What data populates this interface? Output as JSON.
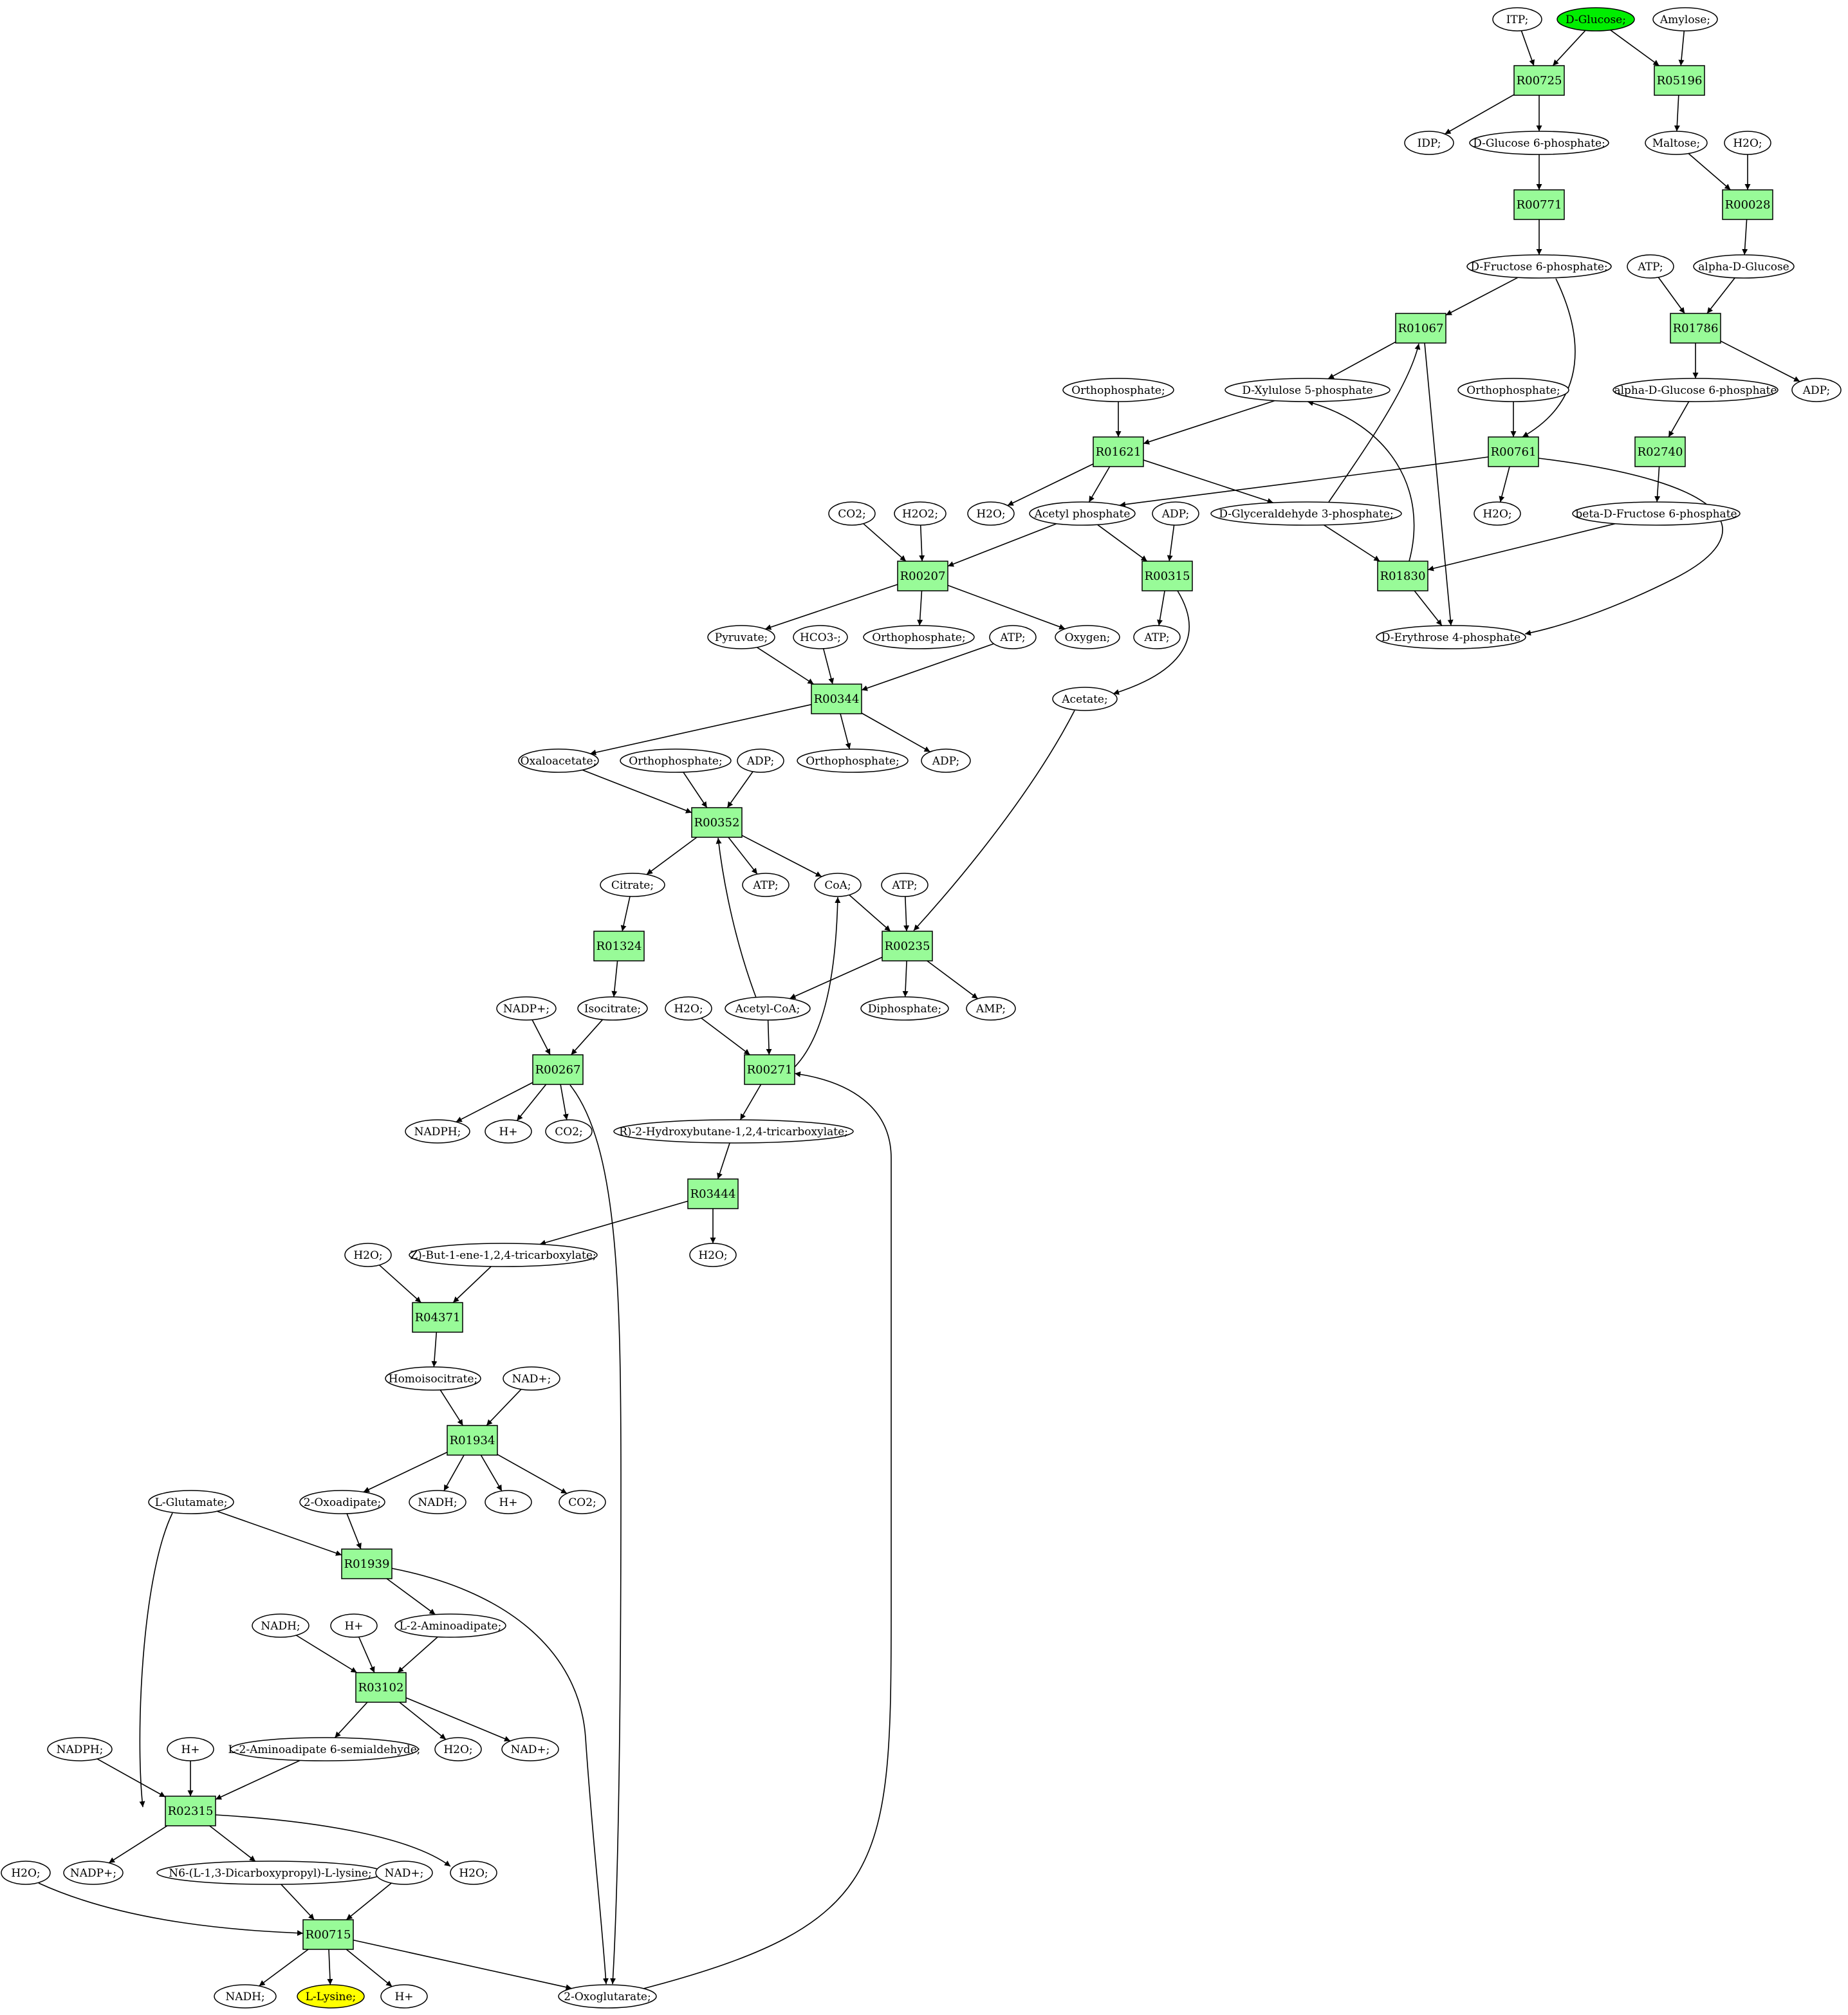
{
  "colors": {
    "reaction_fill": "#98fb98",
    "metabolite_fill": "#ffffff",
    "source_fill": "#00ee00",
    "target_fill": "#ffff00",
    "edge": "#000000"
  },
  "reactions": [
    {
      "id": "R00725",
      "label": "R00725"
    },
    {
      "id": "R05196",
      "label": "R05196"
    },
    {
      "id": "R00771",
      "label": "R00771"
    },
    {
      "id": "R00028",
      "label": "R00028"
    },
    {
      "id": "R01067",
      "label": "R01067"
    },
    {
      "id": "R01786",
      "label": "R01786"
    },
    {
      "id": "R01621",
      "label": "R01621"
    },
    {
      "id": "R00761",
      "label": "R00761"
    },
    {
      "id": "R02740",
      "label": "R02740"
    },
    {
      "id": "R00207",
      "label": "R00207"
    },
    {
      "id": "R00315",
      "label": "R00315"
    },
    {
      "id": "R01830",
      "label": "R01830"
    },
    {
      "id": "R00344",
      "label": "R00344"
    },
    {
      "id": "R00352",
      "label": "R00352"
    },
    {
      "id": "R01324",
      "label": "R01324"
    },
    {
      "id": "R00235",
      "label": "R00235"
    },
    {
      "id": "R00267",
      "label": "R00267"
    },
    {
      "id": "R00271",
      "label": "R00271"
    },
    {
      "id": "R03444",
      "label": "R03444"
    },
    {
      "id": "R04371",
      "label": "R04371"
    },
    {
      "id": "R01934",
      "label": "R01934"
    },
    {
      "id": "R01939",
      "label": "R01939"
    },
    {
      "id": "R03102",
      "label": "R03102"
    },
    {
      "id": "R02315",
      "label": "R02315"
    },
    {
      "id": "R00715",
      "label": "R00715"
    }
  ],
  "metabolites": [
    {
      "id": "m_itp",
      "label": "ITP;"
    },
    {
      "id": "m_dglucose",
      "label": "D-Glucose;",
      "role": "source"
    },
    {
      "id": "m_amylose",
      "label": "Amylose;"
    },
    {
      "id": "m_idp",
      "label": "IDP;"
    },
    {
      "id": "m_g6p",
      "label": "D-Glucose 6-phosphate;"
    },
    {
      "id": "m_maltose",
      "label": "Maltose;"
    },
    {
      "id": "m_h2o_a",
      "label": "H2O;"
    },
    {
      "id": "m_f6p",
      "label": "D-Fructose 6-phosphate;"
    },
    {
      "id": "m_atp_a",
      "label": "ATP;"
    },
    {
      "id": "m_aglc",
      "label": "alpha-D-Glucose"
    },
    {
      "id": "m_pi_a",
      "label": "Orthophosphate;"
    },
    {
      "id": "m_x5p",
      "label": "D-Xylulose 5-phosphate"
    },
    {
      "id": "m_pi_b",
      "label": "Orthophosphate;"
    },
    {
      "id": "m_ag6p",
      "label": "alpha-D-Glucose 6-phosphate"
    },
    {
      "id": "m_adp_a",
      "label": "ADP;"
    },
    {
      "id": "m_co2_a",
      "label": "CO2;"
    },
    {
      "id": "m_h2o2",
      "label": "H2O2;"
    },
    {
      "id": "m_h2o_b",
      "label": "H2O;"
    },
    {
      "id": "m_acp",
      "label": "Acetyl phosphate"
    },
    {
      "id": "m_adp_b",
      "label": "ADP;"
    },
    {
      "id": "m_ga3p",
      "label": "D-Glyceraldehyde 3-phosphate;"
    },
    {
      "id": "m_h2o_c",
      "label": "H2O;"
    },
    {
      "id": "m_bf6p",
      "label": "beta-D-Fructose 6-phosphate"
    },
    {
      "id": "m_pyr",
      "label": "Pyruvate;"
    },
    {
      "id": "m_hco3",
      "label": "HCO3-;"
    },
    {
      "id": "m_pi_c",
      "label": "Orthophosphate;"
    },
    {
      "id": "m_atp_b",
      "label": "ATP;"
    },
    {
      "id": "m_oxy",
      "label": "Oxygen;"
    },
    {
      "id": "m_atp_c",
      "label": "ATP;"
    },
    {
      "id": "m_e4p",
      "label": "D-Erythrose 4-phosphate"
    },
    {
      "id": "m_acetate",
      "label": "Acetate;"
    },
    {
      "id": "m_oaa",
      "label": "Oxaloacetate;"
    },
    {
      "id": "m_pi_d",
      "label": "Orthophosphate;"
    },
    {
      "id": "m_adp_c",
      "label": "ADP;"
    },
    {
      "id": "m_pi_e",
      "label": "Orthophosphate;"
    },
    {
      "id": "m_adp_d",
      "label": "ADP;"
    },
    {
      "id": "m_citrate",
      "label": "Citrate;"
    },
    {
      "id": "m_atp_d",
      "label": "ATP;"
    },
    {
      "id": "m_coa",
      "label": "CoA;"
    },
    {
      "id": "m_atp_e",
      "label": "ATP;"
    },
    {
      "id": "m_nadp_a",
      "label": "NADP+;"
    },
    {
      "id": "m_isocit",
      "label": "Isocitrate;"
    },
    {
      "id": "m_h2o_d",
      "label": "H2O;"
    },
    {
      "id": "m_accoa",
      "label": "Acetyl-CoA;"
    },
    {
      "id": "m_ppi",
      "label": "Diphosphate;"
    },
    {
      "id": "m_amp",
      "label": "AMP;"
    },
    {
      "id": "m_nadph_a",
      "label": "NADPH;"
    },
    {
      "id": "m_hplus_a",
      "label": "H+"
    },
    {
      "id": "m_co2_b",
      "label": "CO2;"
    },
    {
      "id": "m_hbt",
      "label": "R)-2-Hydroxybutane-1,2,4-tricarboxylate;"
    },
    {
      "id": "m_h2o_e",
      "label": "H2O;"
    },
    {
      "id": "m_zbt",
      "label": "Z)-But-1-ene-1,2,4-tricarboxylate;"
    },
    {
      "id": "m_h2o_f",
      "label": "H2O;"
    },
    {
      "id": "m_homoisocit",
      "label": "Homoisocitrate;"
    },
    {
      "id": "m_nad_a",
      "label": "NAD+;"
    },
    {
      "id": "m_lglu",
      "label": "L-Glutamate;"
    },
    {
      "id": "m_oxoadip",
      "label": "2-Oxoadipate;"
    },
    {
      "id": "m_nadh_a",
      "label": "NADH;"
    },
    {
      "id": "m_hplus_b",
      "label": "H+"
    },
    {
      "id": "m_co2_c",
      "label": "CO2;"
    },
    {
      "id": "m_nadh_b",
      "label": "NADH;"
    },
    {
      "id": "m_hplus_c",
      "label": "H+"
    },
    {
      "id": "m_laad",
      "label": "L-2-Aminoadipate;"
    },
    {
      "id": "m_nadph_b",
      "label": "NADPH;"
    },
    {
      "id": "m_hplus_d",
      "label": "H+"
    },
    {
      "id": "m_laas",
      "label": "L-2-Aminoadipate 6-semialdehyde;"
    },
    {
      "id": "m_h2o_g",
      "label": "H2O;"
    },
    {
      "id": "m_nad_b",
      "label": "NAD+;"
    },
    {
      "id": "m_h2o_h",
      "label": "H2O;"
    },
    {
      "id": "m_nadp_b",
      "label": "NADP+;"
    },
    {
      "id": "m_sacch",
      "label": "N6-(L-1,3-Dicarboxypropyl)-L-lysine;"
    },
    {
      "id": "m_nad_c",
      "label": "NAD+;"
    },
    {
      "id": "m_h2o_i",
      "label": "H2O;"
    },
    {
      "id": "m_nadh_c",
      "label": "NADH;"
    },
    {
      "id": "m_llys",
      "label": "L-Lysine;",
      "role": "target"
    },
    {
      "id": "m_hplus_e",
      "label": "H+"
    },
    {
      "id": "m_oxoglut",
      "label": "2-Oxoglutarate;"
    }
  ]
}
